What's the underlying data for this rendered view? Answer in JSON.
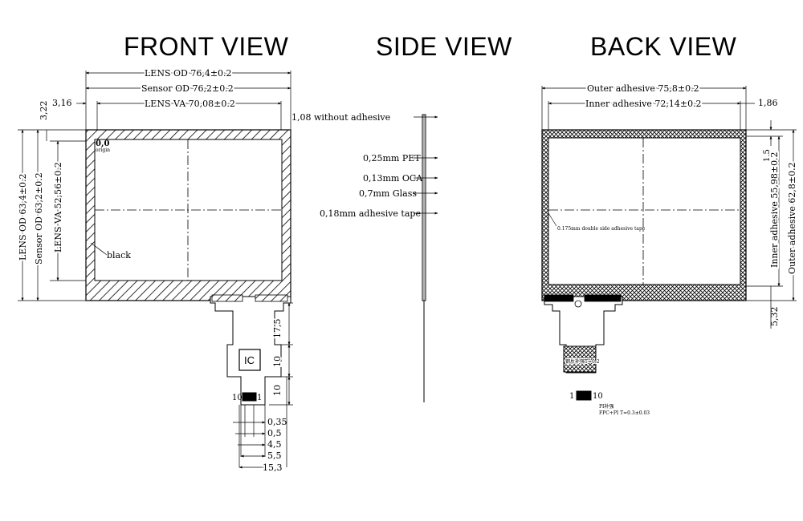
{
  "titles": {
    "front": "FRONT VIEW",
    "side": "SIDE VIEW",
    "back": "BACK VIEW"
  },
  "front": {
    "lens_od_w": "LENS OD 76,4±0.2",
    "sensor_od_w": "Sensor OD 76,2±0.2",
    "lens_va_w": "LENS VA 70,08±0.2",
    "left_offset": "3,16",
    "top_offset": "3,22",
    "lens_od_h": "LENS OD 63,4±0.2",
    "sensor_od_h": "Sensor OD 63,2±0.2",
    "lens_va_h": "LENS VA 52,56±0.2",
    "origin_label": "0,0",
    "origin_sub": "origin",
    "black_label": "black",
    "ic_label": "IC",
    "fpc_len_1": "17,5",
    "fpc_len_2": "10",
    "fpc_len_3": "10",
    "pin_left": "10",
    "pin_right": "1",
    "pitch_035": "0,35",
    "pitch_05": "0,5",
    "pitch_45": "4,5",
    "pitch_55": "5,5",
    "pitch_153": "15,3"
  },
  "side": {
    "thickness": "1,08 without adhesive",
    "pet": "0,25mm PET",
    "oca": "0,13mm OCA",
    "glass": "0,7mm Glass",
    "tape": "0,18mm adhesive tape"
  },
  "back": {
    "outer_w": "Outer adhesive 75,8±0.2",
    "inner_w": "Inner adhesive 72,14±0.2",
    "right_offset": "1,86",
    "top_offset": "1,5",
    "inner_h": "Inner adhesive 55,98±0.2",
    "outer_h": "Outer adhesive 62,8±0.2",
    "bottom_offset": "5,32",
    "tape_label": "0.175mm double side adhesive tape",
    "stiffener_label": "钢片补强T=0.2",
    "pin_left": "1",
    "pin_right": "10",
    "pi_label": "PI补强",
    "fpc_label": "FPC+PI T=0.3±0.03"
  }
}
